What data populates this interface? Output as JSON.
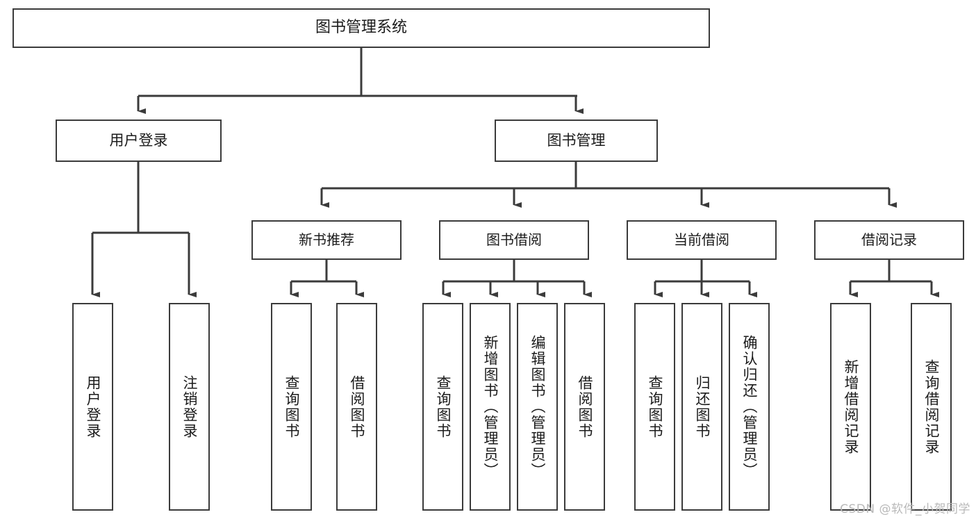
{
  "diagram": {
    "title": "图书管理系统",
    "type": "tree-hierarchy-chart",
    "watermark": "CSDN @软件_小贺同学",
    "colors": {
      "box_border": "#3b3b3b",
      "box_fill": "#ffffff",
      "line": "#3b3b3b",
      "text": "#1b1b1b",
      "watermark": "#b9b9b9"
    },
    "root": {
      "label": "图书管理系统"
    },
    "level1": [
      {
        "label": "用户登录"
      },
      {
        "label": "图书管理"
      }
    ],
    "level2": [
      {
        "label": "新书推荐"
      },
      {
        "label": "图书借阅"
      },
      {
        "label": "当前借阅"
      },
      {
        "label": "借阅记录"
      }
    ],
    "leaves": {
      "user_login": [
        {
          "label": "用户登录"
        },
        {
          "label": "注销登录"
        }
      ],
      "new_book_recommend": [
        {
          "label": "查询图书"
        },
        {
          "label": "借阅图书"
        }
      ],
      "book_borrow": [
        {
          "label": "查询图书"
        },
        {
          "label": "新增图书（管理员）"
        },
        {
          "label": "编辑图书（管理员）"
        },
        {
          "label": "借阅图书"
        }
      ],
      "current_borrow": [
        {
          "label": "查询图书"
        },
        {
          "label": "归还图书"
        },
        {
          "label": "确认归还（管理员）"
        }
      ],
      "borrow_records": [
        {
          "label": "新增借阅记录"
        },
        {
          "label": "查询借阅记录"
        }
      ]
    }
  }
}
